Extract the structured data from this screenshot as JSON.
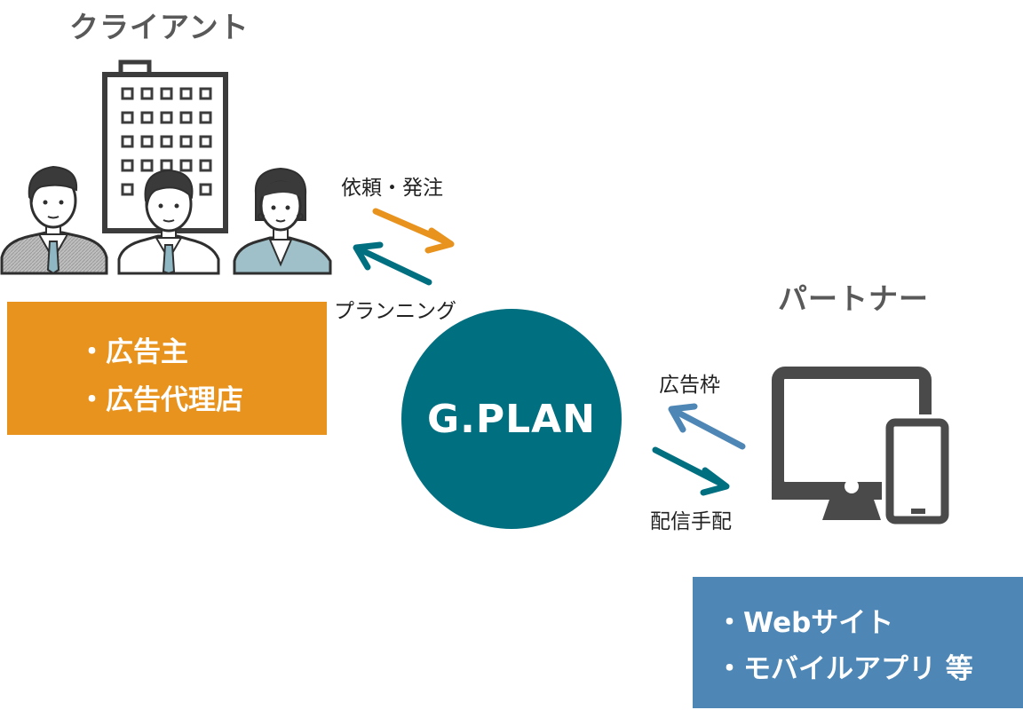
{
  "client": {
    "heading": "クライアント",
    "items": [
      "広告主",
      "広告代理店"
    ],
    "box_color": "#e8931e"
  },
  "partner": {
    "heading": "パートナー",
    "items": [
      "Webサイト",
      "モバイルアプリ 等"
    ],
    "box_color": "#4e87b5"
  },
  "center": {
    "label": "G.PLAN",
    "color": "#006f80"
  },
  "flows": {
    "request": "依頼・発注",
    "planning": "プランニング",
    "ad_slot": "広告枠",
    "delivery": "配信手配"
  },
  "colors": {
    "orange": "#e8931e",
    "teal": "#006f80",
    "blue": "#4e87b5",
    "dark_gray": "#4a4a4a"
  },
  "icons": {
    "building": "office-building-icon",
    "people": "business-people-icon",
    "devices": "monitor-smartphone-icon"
  }
}
